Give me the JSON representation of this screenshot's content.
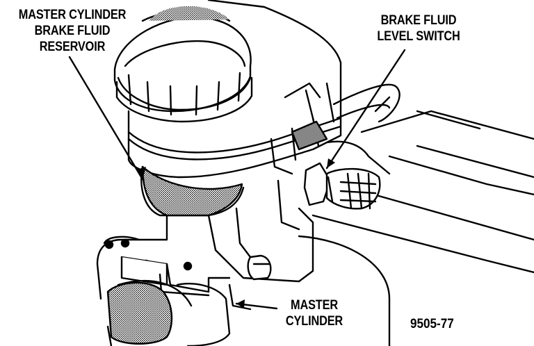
{
  "labels": {
    "reservoir": [
      "MASTER CYLINDER",
      "BRAKE FLUID",
      "RESERVOIR"
    ],
    "switch": [
      "BRAKE FLUID",
      "LEVEL SWITCH"
    ],
    "cylinder": [
      "MASTER",
      "CYLINDER"
    ]
  },
  "figure_id": "9505-77",
  "colors": {
    "ink": "#000000",
    "paper": "#ffffff",
    "shade": "#8a8a8a"
  }
}
